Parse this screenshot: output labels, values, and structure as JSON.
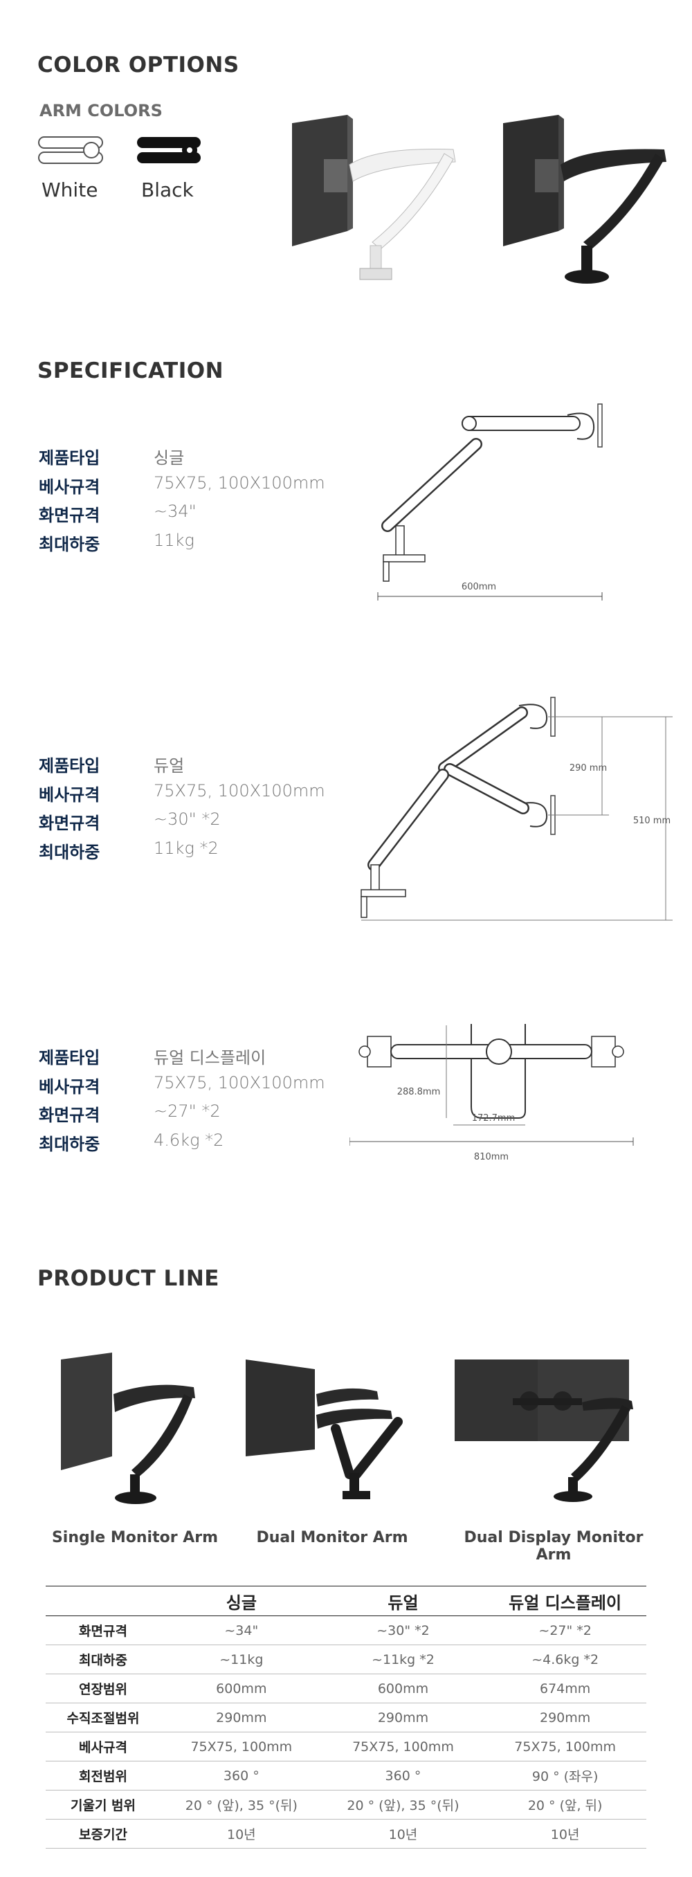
{
  "color_options": {
    "title": "COLOR OPTIONS",
    "subtitle": "ARM COLORS",
    "swatches": [
      {
        "label": "White",
        "color": "#ffffff"
      },
      {
        "label": "Black",
        "color": "#111111"
      }
    ]
  },
  "specification": {
    "title": "SPECIFICATION",
    "blocks": [
      {
        "rows": [
          {
            "key": "제품타입",
            "value": "싱글"
          },
          {
            "key": "베사규격",
            "value": "75X75, 100X100mm"
          },
          {
            "key": "화면규격",
            "value": "~34\""
          },
          {
            "key": "최대하중",
            "value": "11kg"
          }
        ],
        "dims": {
          "width": "600mm"
        }
      },
      {
        "rows": [
          {
            "key": "제품타입",
            "value": "듀얼"
          },
          {
            "key": "베사규격",
            "value": "75X75, 100X100mm"
          },
          {
            "key": "화면규격",
            "value": "~30\" *2"
          },
          {
            "key": "최대하중",
            "value": "11kg *2"
          }
        ],
        "dims": {
          "gap": "290 mm",
          "height": "510 mm"
        }
      },
      {
        "rows": [
          {
            "key": "제품타입",
            "value": "듀얼 디스플레이"
          },
          {
            "key": "베사규격",
            "value": "75X75, 100X100mm"
          },
          {
            "key": "화면규격",
            "value": "~27\" *2"
          },
          {
            "key": "최대하중",
            "value": "4.6kg *2"
          }
        ],
        "dims": {
          "height": "288.8mm",
          "depth": "172.7mm",
          "width": "810mm"
        }
      }
    ]
  },
  "product_line": {
    "title": "PRODUCT LINE",
    "captions": [
      "Single Monitor Arm",
      "Dual Monitor Arm",
      "Dual Display Monitor Arm"
    ]
  },
  "comparison": {
    "headers": [
      "",
      "싱글",
      "듀얼",
      "듀얼 디스플레이"
    ],
    "rows": [
      {
        "label": "화면규격",
        "values": [
          "~34\"",
          "~30\" *2",
          "~27\" *2"
        ]
      },
      {
        "label": "최대하중",
        "values": [
          "~11kg",
          "~11kg *2",
          "~4.6kg *2"
        ]
      },
      {
        "label": "연장범위",
        "values": [
          "600mm",
          "600mm",
          "674mm"
        ]
      },
      {
        "label": "수직조절범위",
        "values": [
          "290mm",
          "290mm",
          "290mm"
        ]
      },
      {
        "label": "베사규격",
        "values": [
          "75X75, 100mm",
          "75X75, 100mm",
          "75X75, 100mm"
        ]
      },
      {
        "label": "회전범위",
        "values": [
          "360 °",
          "360 °",
          "90 ° (좌우)"
        ]
      },
      {
        "label": "기울기 범위",
        "values": [
          "20 ° (앞), 35 °(뒤)",
          "20 ° (앞), 35 °(뒤)",
          "20 ° (앞, 뒤)"
        ]
      },
      {
        "label": "보증기간",
        "values": [
          "10년",
          "10년",
          "10년"
        ]
      }
    ]
  }
}
